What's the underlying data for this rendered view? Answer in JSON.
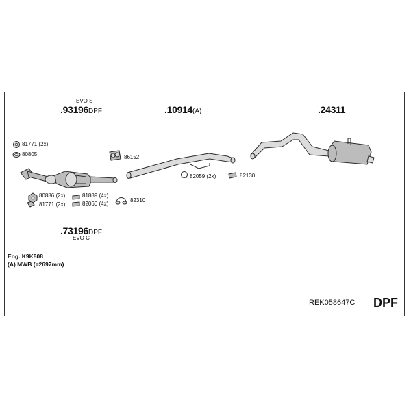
{
  "groups": [
    {
      "variant": "EVO S",
      "number": "93196",
      "suffix": "DPF"
    },
    {
      "number": "10914",
      "suffix": "(A)"
    },
    {
      "number": "24311"
    },
    {
      "variant": "EVO C",
      "number": "73196",
      "suffix": "DPF"
    }
  ],
  "parts": {
    "p81771a": "81771 (2x)",
    "p80805": "80805",
    "p86152": "86152",
    "p82059": "82059 (2x)",
    "p82130": "82130",
    "p80886": "80886 (2x)",
    "p81889": "81889 (4x)",
    "p82060": "82060 (4x)",
    "p81771b": "81771 (2x)",
    "p82310": "82310"
  },
  "notes": {
    "engine": "Eng. K9K808",
    "wheelbase": "(A) MWB (=2697mm)"
  },
  "reference": "REK058647C",
  "badge": "DPF",
  "icons": [
    "washer-icon",
    "gasket-icon",
    "bracket-icon",
    "clamp-icon",
    "nut-icon",
    "bolt-icon",
    "mounting-rubber-icon"
  ]
}
